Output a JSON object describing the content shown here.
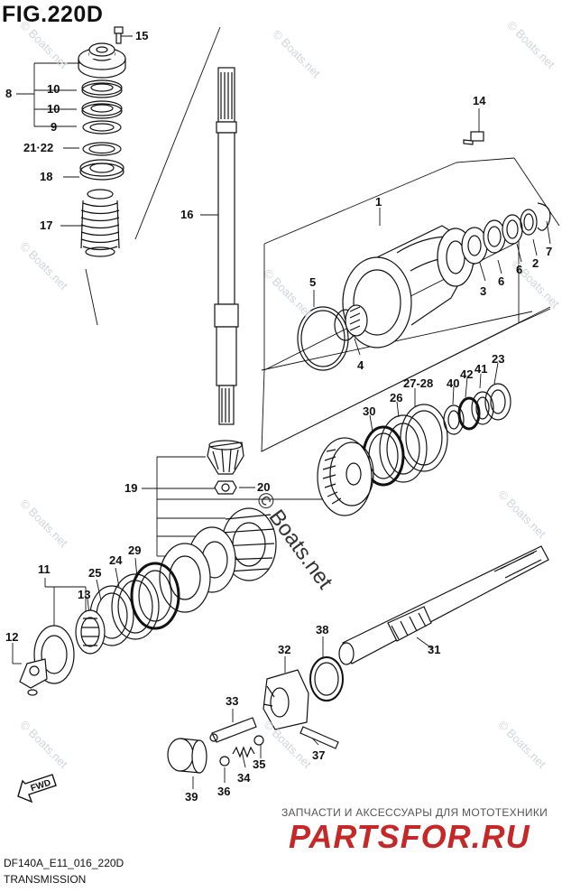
{
  "figure": {
    "title": "FIG.220D",
    "model_code": "DF140A_E11_016_220D",
    "section": "TRANSMISSION"
  },
  "watermarks": {
    "small": "© Boats.net",
    "large": "© Boats.net"
  },
  "branding": {
    "subtitle": "ЗАПЧАСТИ И АКСЕССУАРЫ ДЛЯ МОТОТЕХНИКИ",
    "logo": "PARTSFOR.RU"
  },
  "direction_badge": "FWD",
  "callouts": {
    "c15": "15",
    "c8": "8",
    "c10a": "10",
    "c10b": "10",
    "c9": "9",
    "c2122": "21·22",
    "c18": "18",
    "c17": "17",
    "c16": "16",
    "c14": "14",
    "c1": "1",
    "c5": "5",
    "c4": "4",
    "c3": "3",
    "c6a": "6",
    "c6b": "6",
    "c2": "2",
    "c7": "7",
    "c23": "23",
    "c41": "41",
    "c42": "42",
    "c40": "40",
    "c2728": "27-28",
    "c26": "26",
    "c30": "30",
    "c19": "19",
    "c20": "20",
    "c11": "11",
    "c25": "25",
    "c24": "24",
    "c29": "29",
    "c13": "13",
    "c12": "12",
    "c38": "38",
    "c32": "32",
    "c31": "31",
    "c33": "33",
    "c37": "37",
    "c34": "34",
    "c35": "35",
    "c36": "36",
    "c39": "39"
  }
}
